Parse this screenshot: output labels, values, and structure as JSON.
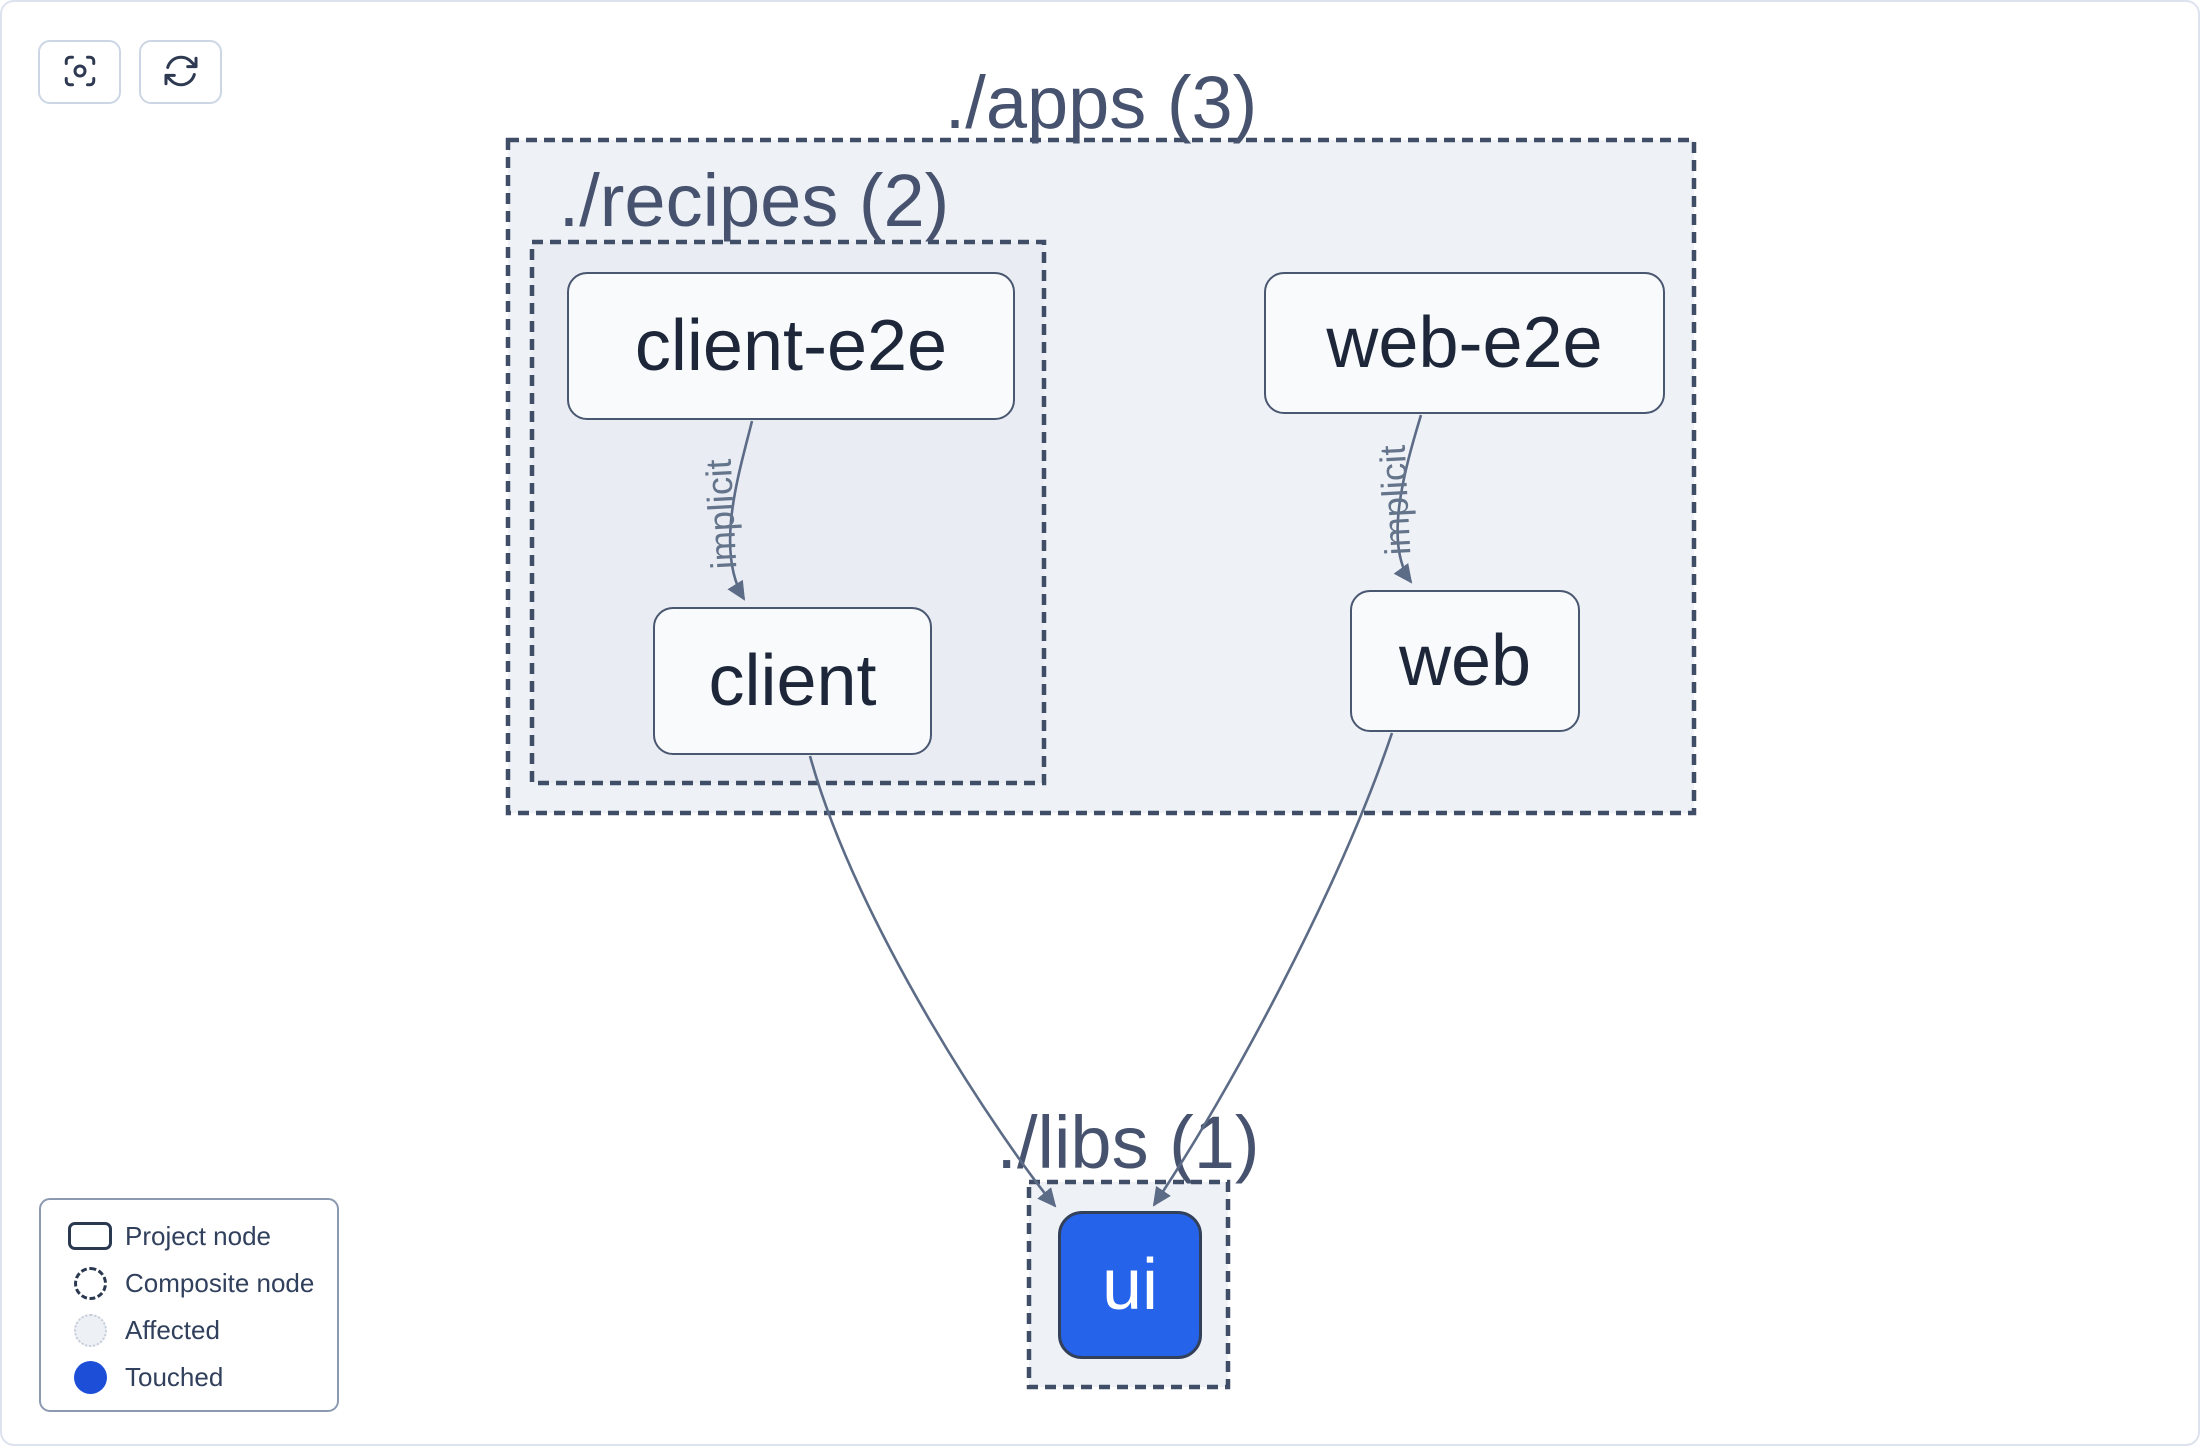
{
  "toolbar": {
    "focus_button": {
      "icon": "viewfinder-icon"
    },
    "refresh_button": {
      "icon": "refresh-icon"
    }
  },
  "graph": {
    "groups": [
      {
        "id": "apps",
        "label": "./apps (3)"
      },
      {
        "id": "recipes",
        "label": "./recipes (2)"
      },
      {
        "id": "libs",
        "label": "./libs (1)"
      }
    ],
    "nodes": [
      {
        "id": "client-e2e",
        "label": "client-e2e",
        "state": "default"
      },
      {
        "id": "web-e2e",
        "label": "web-e2e",
        "state": "default"
      },
      {
        "id": "client",
        "label": "client",
        "state": "default"
      },
      {
        "id": "web",
        "label": "web",
        "state": "default"
      },
      {
        "id": "ui",
        "label": "ui",
        "state": "touched"
      }
    ],
    "edges": [
      {
        "from": "client-e2e",
        "to": "client",
        "label": "implicit"
      },
      {
        "from": "web-e2e",
        "to": "web",
        "label": "implicit"
      },
      {
        "from": "client",
        "to": "ui",
        "label": ""
      },
      {
        "from": "web",
        "to": "ui",
        "label": ""
      }
    ]
  },
  "legend": {
    "items": [
      {
        "icon": "project-node-icon",
        "label": "Project node"
      },
      {
        "icon": "composite-node-icon",
        "label": "Composite node"
      },
      {
        "icon": "affected-icon",
        "label": "Affected"
      },
      {
        "icon": "touched-icon",
        "label": "Touched"
      }
    ]
  },
  "colors": {
    "touched_node_fill": "#2563eb",
    "legend_touched_dot": "#1d4ed8",
    "container_fill": "#eef1f6",
    "dashed_border": "#404d66",
    "edge_stroke": "#5c6b86",
    "node_fill": "#f8fafc",
    "node_border": "#4a5770",
    "group_label": "#46526e"
  }
}
